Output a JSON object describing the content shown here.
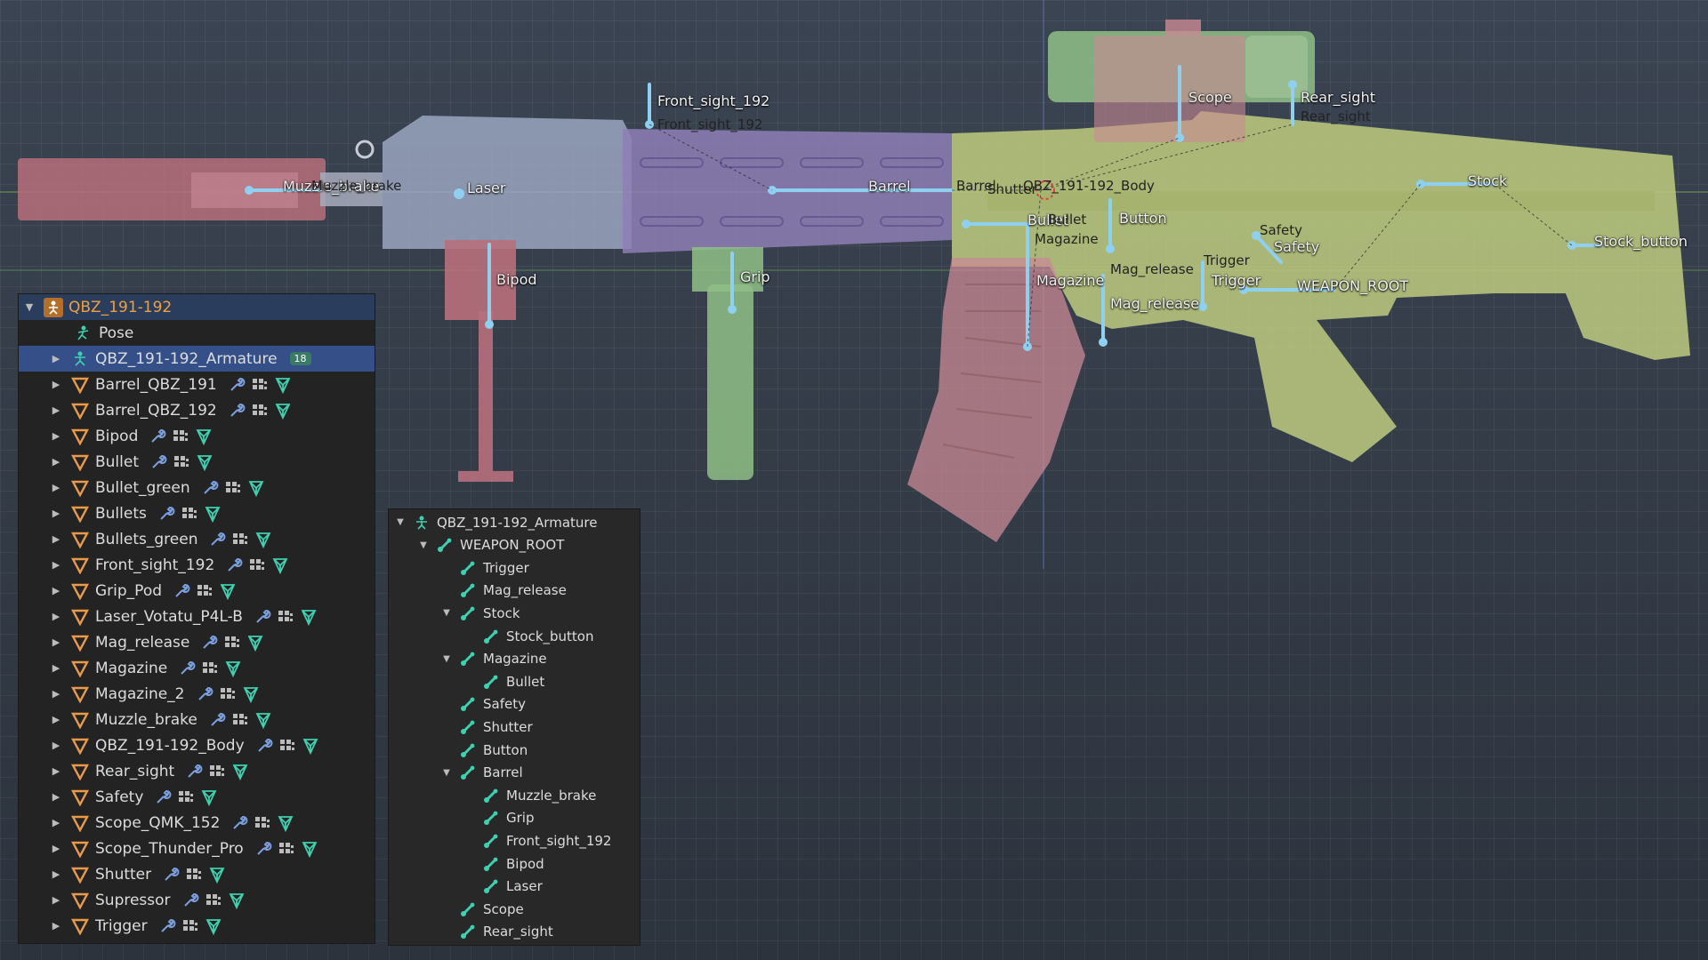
{
  "colors": {
    "accent": "#355088",
    "bone": "#8fd0f0",
    "mesh_red": "#b7707c",
    "mesh_blue": "#9aa6c0",
    "mesh_purple": "#8e7fb6",
    "mesh_green": "#8fbf86",
    "mesh_yellow": "#b9c77d"
  },
  "viewport": {
    "bone_labels": [
      "Muzzle_brake",
      "Muzzle_brake",
      "Laser",
      "Front_sight_192",
      "Front_sight_192",
      "Barrel",
      "Barrel",
      "QBZ_191-192_Body",
      "Shutter",
      "Bullet",
      "Bullet",
      "Magazine",
      "Button",
      "Bipod",
      "Grip",
      "Magazine",
      "Mag_release",
      "Mag_release",
      "Trigger",
      "Trigger",
      "Safety",
      "Safety",
      "WEAPON_ROOT",
      "Scope",
      "Rear_sight",
      "Rear_sight",
      "Stock",
      "Stock_button"
    ]
  },
  "outliner": {
    "root": {
      "label": "QBZ_191-192",
      "icon": "armature-object-icon"
    },
    "pose": {
      "label": "Pose",
      "icon": "pose-icon"
    },
    "armature": {
      "label": "QBZ_191-192_Armature",
      "icon": "armature-data-icon",
      "badge": "18"
    },
    "items": [
      {
        "label": "Barrel_QBZ_191"
      },
      {
        "label": "Barrel_QBZ_192"
      },
      {
        "label": "Bipod"
      },
      {
        "label": "Bullet"
      },
      {
        "label": "Bullet_green"
      },
      {
        "label": "Bullets"
      },
      {
        "label": "Bullets_green"
      },
      {
        "label": "Front_sight_192"
      },
      {
        "label": "Grip_Pod"
      },
      {
        "label": "Laser_Votatu_P4L-B"
      },
      {
        "label": "Mag_release"
      },
      {
        "label": "Magazine"
      },
      {
        "label": "Magazine_2"
      },
      {
        "label": "Muzzle_brake"
      },
      {
        "label": "QBZ_191-192_Body"
      },
      {
        "label": "Rear_sight"
      },
      {
        "label": "Safety"
      },
      {
        "label": "Scope_QMK_152"
      },
      {
        "label": "Scope_Thunder_Pro"
      },
      {
        "label": "Shutter"
      },
      {
        "label": "Supressor"
      },
      {
        "label": "Trigger"
      }
    ]
  },
  "bonetree": {
    "rows": [
      {
        "label": "QBZ_191-192_Armature",
        "level": 0,
        "expanded": true,
        "icon": "armature-icon"
      },
      {
        "label": "WEAPON_ROOT",
        "level": 1,
        "expanded": true,
        "icon": "bone-icon"
      },
      {
        "label": "Trigger",
        "level": 2,
        "icon": "bone-icon"
      },
      {
        "label": "Mag_release",
        "level": 2,
        "icon": "bone-icon"
      },
      {
        "label": "Stock",
        "level": 2,
        "expanded": true,
        "icon": "bone-icon"
      },
      {
        "label": "Stock_button",
        "level": 3,
        "icon": "bone-icon"
      },
      {
        "label": "Magazine",
        "level": 2,
        "expanded": true,
        "icon": "bone-icon"
      },
      {
        "label": "Bullet",
        "level": 3,
        "icon": "bone-icon"
      },
      {
        "label": "Safety",
        "level": 2,
        "icon": "bone-icon"
      },
      {
        "label": "Shutter",
        "level": 2,
        "icon": "bone-icon"
      },
      {
        "label": "Button",
        "level": 2,
        "icon": "bone-icon"
      },
      {
        "label": "Barrel",
        "level": 2,
        "expanded": true,
        "icon": "bone-icon"
      },
      {
        "label": "Muzzle_brake",
        "level": 3,
        "icon": "bone-icon"
      },
      {
        "label": "Grip",
        "level": 3,
        "icon": "bone-icon"
      },
      {
        "label": "Front_sight_192",
        "level": 3,
        "icon": "bone-icon"
      },
      {
        "label": "Bipod",
        "level": 3,
        "icon": "bone-icon"
      },
      {
        "label": "Laser",
        "level": 3,
        "icon": "bone-icon"
      },
      {
        "label": "Scope",
        "level": 2,
        "icon": "bone-icon"
      },
      {
        "label": "Rear_sight",
        "level": 2,
        "icon": "bone-icon"
      }
    ]
  }
}
